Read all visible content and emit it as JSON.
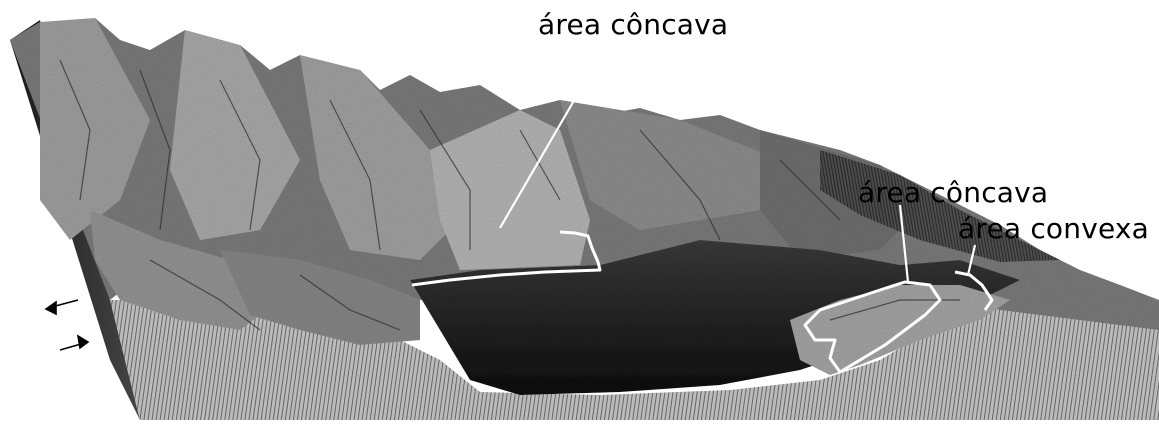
{
  "figure": {
    "labels": [
      {
        "text": "área côncava"
      },
      {
        "text": "área côncava"
      },
      {
        "text": "área convexa"
      }
    ],
    "north_arrow_icon": "north-arrow-icon",
    "colors": {
      "background": "#ffffff",
      "terrain_light": "#bdbdbd",
      "terrain_mid": "#8a8a8a",
      "terrain_dark": "#2e2e2e",
      "valley_dark": "#141414",
      "outline_highlight": "#ffffff"
    }
  }
}
